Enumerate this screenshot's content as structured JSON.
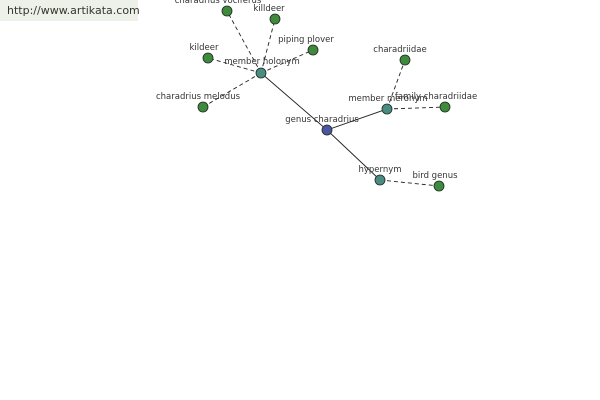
{
  "site_url": "http://www.artikata.com",
  "colors": {
    "center": "#4a56a0",
    "relation": "#4a8c84",
    "leaf": "#3f8a3f",
    "edge": "#222222"
  },
  "graph": {
    "nodes": [
      {
        "id": "center",
        "label": "genus charadrius",
        "kind": "center"
      },
      {
        "id": "member-holonym",
        "label": "member holonym",
        "kind": "relation"
      },
      {
        "id": "member-meronym",
        "label": "member meronym",
        "kind": "relation"
      },
      {
        "id": "hypernym",
        "label": "hypernym",
        "kind": "relation"
      },
      {
        "id": "charadrius-vociferus",
        "label": "charadrius vociferus",
        "kind": "leaf"
      },
      {
        "id": "killdeer-1",
        "label": "killdeer",
        "kind": "leaf"
      },
      {
        "id": "piping-plover",
        "label": "piping plover",
        "kind": "leaf"
      },
      {
        "id": "killdeer-2",
        "label": "kildeer",
        "kind": "leaf"
      },
      {
        "id": "charadrius-melodus",
        "label": "charadrius melodus",
        "kind": "leaf"
      },
      {
        "id": "charadriidae",
        "label": "charadriidae",
        "kind": "leaf"
      },
      {
        "id": "family-charadriidae",
        "label": "family charadriidae",
        "kind": "leaf"
      },
      {
        "id": "bird-genus",
        "label": "bird genus",
        "kind": "leaf"
      }
    ],
    "edges": [
      {
        "from": "center",
        "to": "member-holonym",
        "style": "solid"
      },
      {
        "from": "center",
        "to": "member-meronym",
        "style": "solid"
      },
      {
        "from": "center",
        "to": "hypernym",
        "style": "solid"
      },
      {
        "from": "member-holonym",
        "to": "charadrius-vociferus",
        "style": "dashed"
      },
      {
        "from": "member-holonym",
        "to": "killdeer-1",
        "style": "dashed"
      },
      {
        "from": "member-holonym",
        "to": "piping-plover",
        "style": "dashed"
      },
      {
        "from": "member-holonym",
        "to": "killdeer-2",
        "style": "dashed"
      },
      {
        "from": "member-holonym",
        "to": "charadrius-melodus",
        "style": "dashed"
      },
      {
        "from": "member-meronym",
        "to": "charadriidae",
        "style": "dashed"
      },
      {
        "from": "member-meronym",
        "to": "family-charadriidae",
        "style": "dashed"
      },
      {
        "from": "hypernym",
        "to": "bird-genus",
        "style": "dashed"
      }
    ]
  }
}
